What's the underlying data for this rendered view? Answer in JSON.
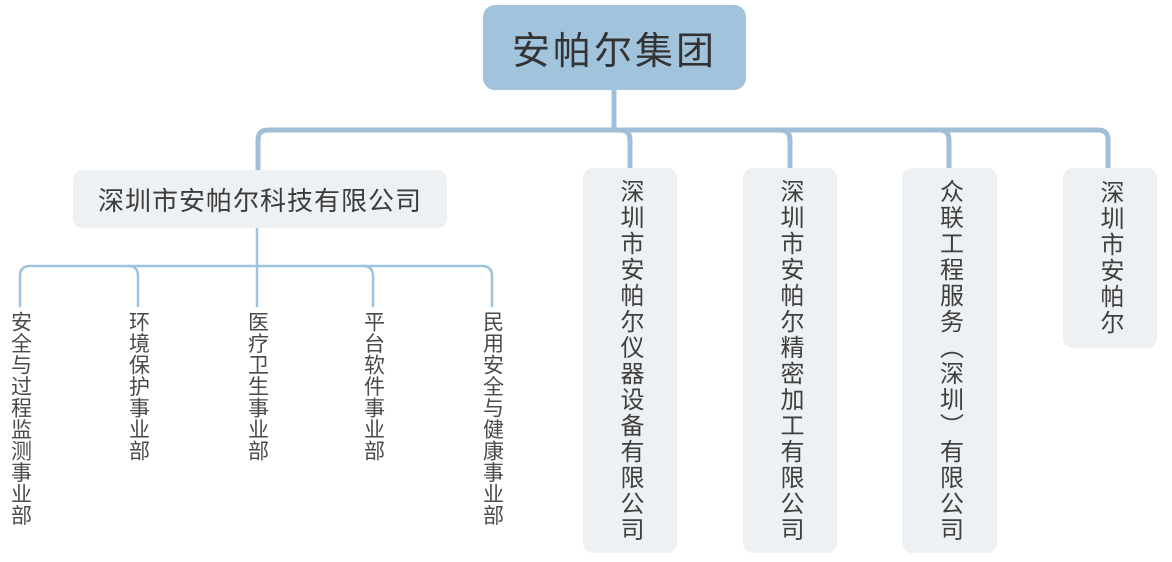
{
  "org": {
    "root": {
      "label": "安帕尔集团"
    },
    "subsidiaries": [
      {
        "label": "深圳市安帕尔科技有限公司"
      },
      {
        "label": "深圳市安帕尔仪器设备有限公司"
      },
      {
        "label": "深圳市安帕尔精密加工有限公司"
      },
      {
        "label": "众联工程服务（深圳）有限公司"
      },
      {
        "label": "深圳市安帕尔"
      }
    ],
    "departments": [
      "安全与过程监测事业部",
      "环境保护事业部",
      "医疗卫生事业部",
      "平台软件事业部",
      "民用安全与健康事业部"
    ],
    "colors": {
      "root_bg": "#a2c3dc",
      "node_bg": "#edf1f3",
      "connector_thick": "#a1bed8",
      "connector_thin": "#9fc4e0",
      "text_dark": "#333333",
      "text_body": "#454545"
    }
  }
}
